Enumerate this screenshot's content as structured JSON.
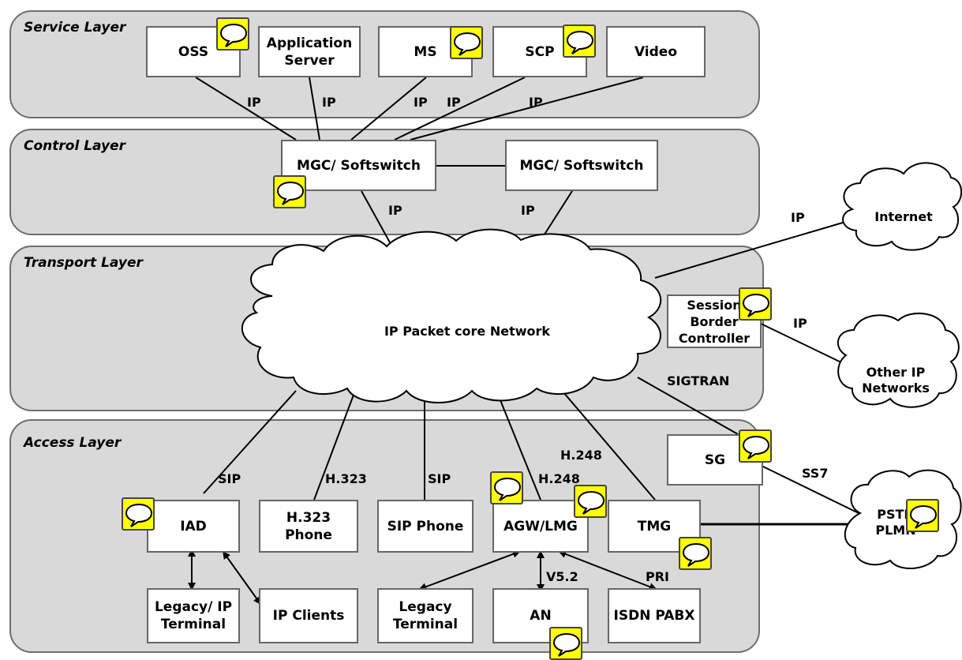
{
  "layers": {
    "service": "Service Layer",
    "control": "Control Layer",
    "transport": "Transport Layer",
    "access": "Access Layer"
  },
  "nodes": {
    "oss": "OSS",
    "app_server": "Application\nServer",
    "ms": "MS",
    "scp": "SCP",
    "video": "Video",
    "mgc1": "MGC/ Softswitch",
    "mgc2": "MGC/ Softswitch",
    "sbc": "Session\nBorder\nController",
    "sg": "SG",
    "iad": "IAD",
    "h323_phone": "H.323\nPhone",
    "sip_phone": "SIP Phone",
    "agw": "AGW/LMG",
    "tmg": "TMG",
    "legacy_ip": "Legacy/ IP\nTerminal",
    "ip_clients": "IP Clients",
    "legacy_terminal": "Legacy\nTerminal",
    "an": "AN",
    "isdn": "ISDN PABX"
  },
  "clouds": {
    "core": "IP Packet core Network",
    "internet": "Internet",
    "other_ip": "Other IP\nNetworks",
    "pstn": "PSTN\nPLMN"
  },
  "links": {
    "ip": "IP",
    "sip": "SIP",
    "h323": "H.323",
    "h248": "H.248",
    "sigtran": "SIGTRAN",
    "ss7": "SS7",
    "v52": "V5.2",
    "pri": "PRI"
  },
  "colors": {
    "layer_fill": "#d9d9d9",
    "layer_border": "#6e6e6e",
    "note_yellow": "#ffff00"
  }
}
